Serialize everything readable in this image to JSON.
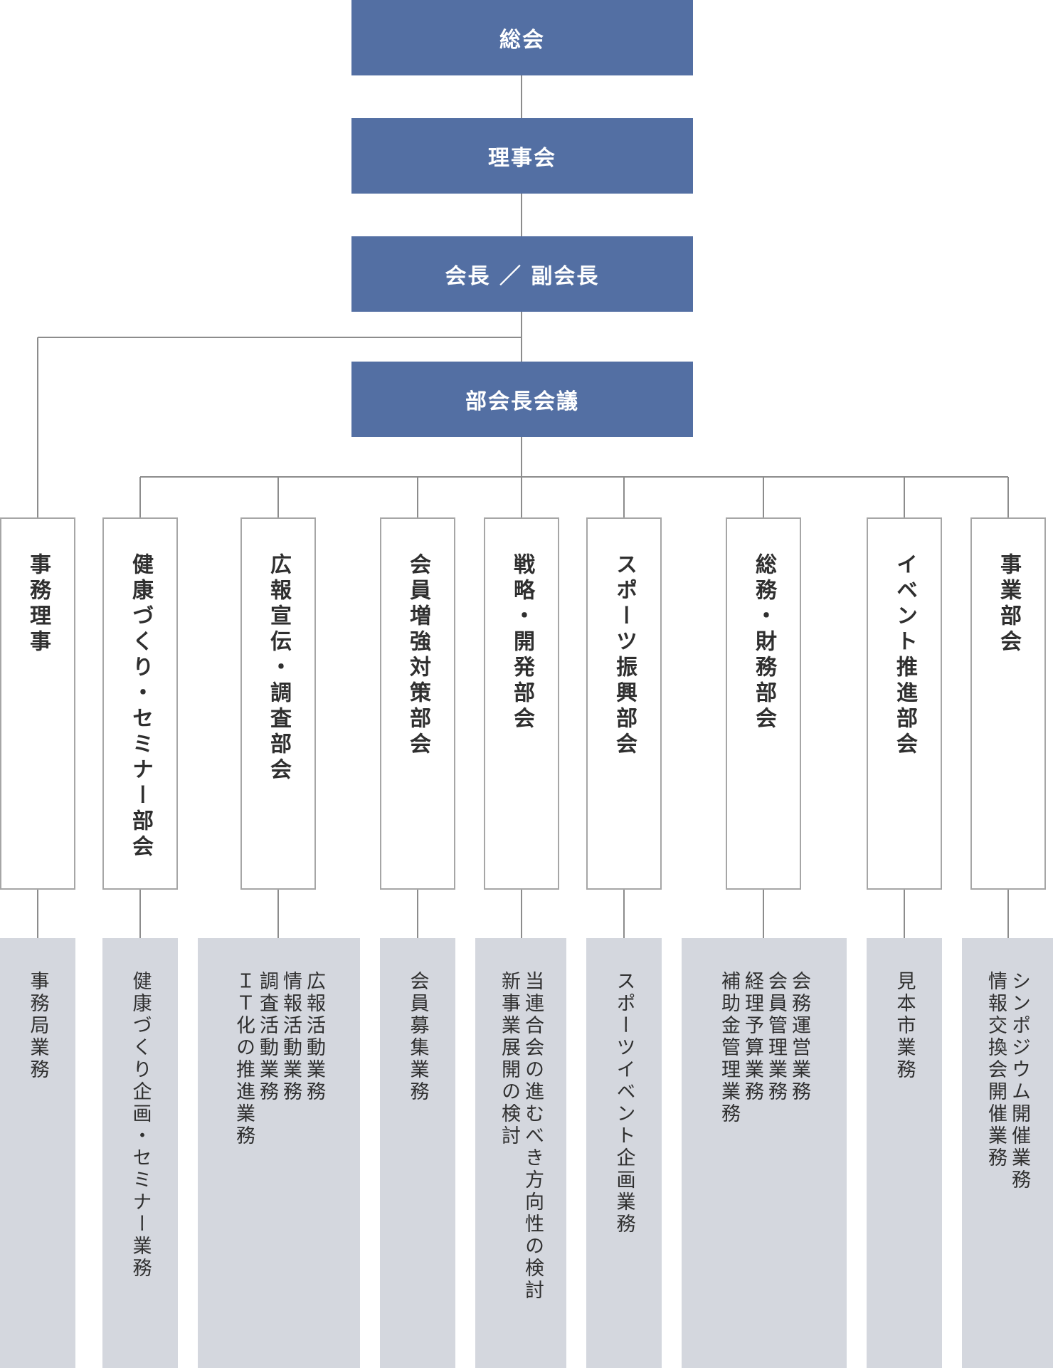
{
  "top": {
    "general_assembly": "総会",
    "board": "理事会",
    "chairman": "会長 ／ 副会長",
    "committee_chairs_meeting": "部会長会議"
  },
  "departments": [
    {
      "label": "事務理事",
      "tasks": [
        "事務局業務"
      ]
    },
    {
      "label": "健康づくり・セミナー部会",
      "tasks": [
        "健康づくり企画・セミナー業務"
      ]
    },
    {
      "label": "広報宣伝・調査部会",
      "tasks": [
        "広報活動業務",
        "情報活動業務",
        "調査活動業務",
        "ＩＴ化の推進業務"
      ]
    },
    {
      "label": "会員増強対策部会",
      "tasks": [
        "会員募集業務"
      ]
    },
    {
      "label": "戦略・開発部会",
      "tasks": [
        "当連合会の進むべき方向性の検討",
        "新事業展開の検討"
      ]
    },
    {
      "label": "スポーツ振興部会",
      "tasks": [
        "スポーツイベント企画業務"
      ]
    },
    {
      "label": "総務・財務部会",
      "tasks": [
        "会務運営業務",
        "会員管理業務",
        "経理予算業務",
        "補助金管理業務"
      ]
    },
    {
      "label": "イベント推進部会",
      "tasks": [
        "見本市業務"
      ]
    },
    {
      "label": "事業部会",
      "tasks": [
        "シンポジウム開催業務",
        "情報交換会開催業務"
      ]
    }
  ],
  "colors": {
    "top_box": "#536fa3",
    "department_border": "#a6a6a6",
    "task_box": "#d4d7de",
    "line": "#8c8c8c"
  }
}
